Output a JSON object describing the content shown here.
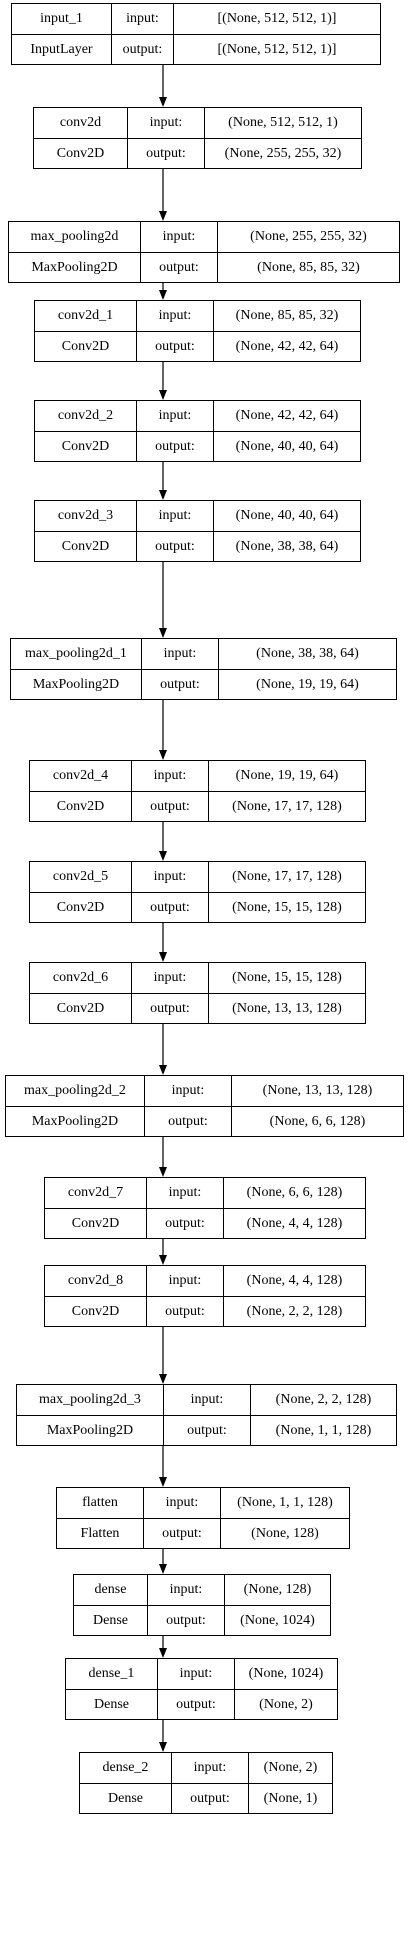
{
  "layers": [
    {
      "name": "input_1",
      "type": "InputLayer",
      "in_label": "input:",
      "out_label": "output:",
      "input": "[(None, 512, 512, 1)]",
      "output": "[(None, 512, 512, 1)]"
    },
    {
      "name": "conv2d",
      "type": "Conv2D",
      "in_label": "input:",
      "out_label": "output:",
      "input": "(None, 512, 512, 1)",
      "output": "(None, 255, 255, 32)"
    },
    {
      "name": "max_pooling2d",
      "type": "MaxPooling2D",
      "in_label": "input:",
      "out_label": "output:",
      "input": "(None, 255, 255, 32)",
      "output": "(None, 85, 85, 32)"
    },
    {
      "name": "conv2d_1",
      "type": "Conv2D",
      "in_label": "input:",
      "out_label": "output:",
      "input": "(None, 85, 85, 32)",
      "output": "(None, 42, 42, 64)"
    },
    {
      "name": "conv2d_2",
      "type": "Conv2D",
      "in_label": "input:",
      "out_label": "output:",
      "input": "(None, 42, 42, 64)",
      "output": "(None, 40, 40, 64)"
    },
    {
      "name": "conv2d_3",
      "type": "Conv2D",
      "in_label": "input:",
      "out_label": "output:",
      "input": "(None, 40, 40, 64)",
      "output": "(None, 38, 38, 64)"
    },
    {
      "name": "max_pooling2d_1",
      "type": "MaxPooling2D",
      "in_label": "input:",
      "out_label": "output:",
      "input": "(None, 38, 38, 64)",
      "output": "(None, 19, 19, 64)"
    },
    {
      "name": "conv2d_4",
      "type": "Conv2D",
      "in_label": "input:",
      "out_label": "output:",
      "input": "(None, 19, 19, 64)",
      "output": "(None, 17, 17, 128)"
    },
    {
      "name": "conv2d_5",
      "type": "Conv2D",
      "in_label": "input:",
      "out_label": "output:",
      "input": "(None, 17, 17, 128)",
      "output": "(None, 15, 15, 128)"
    },
    {
      "name": "conv2d_6",
      "type": "Conv2D",
      "in_label": "input:",
      "out_label": "output:",
      "input": "(None, 15, 15, 128)",
      "output": "(None, 13, 13, 128)"
    },
    {
      "name": "max_pooling2d_2",
      "type": "MaxPooling2D",
      "in_label": "input:",
      "out_label": "output:",
      "input": "(None, 13, 13, 128)",
      "output": "(None, 6, 6, 128)"
    },
    {
      "name": "conv2d_7",
      "type": "Conv2D",
      "in_label": "input:",
      "out_label": "output:",
      "input": "(None, 6, 6, 128)",
      "output": "(None, 4, 4, 128)"
    },
    {
      "name": "conv2d_8",
      "type": "Conv2D",
      "in_label": "input:",
      "out_label": "output:",
      "input": "(None, 4, 4, 128)",
      "output": "(None, 2, 2, 128)"
    },
    {
      "name": "max_pooling2d_3",
      "type": "MaxPooling2D",
      "in_label": "input:",
      "out_label": "output:",
      "input": "(None, 2, 2, 128)",
      "output": "(None, 1, 1, 128)"
    },
    {
      "name": "flatten",
      "type": "Flatten",
      "in_label": "input:",
      "out_label": "output:",
      "input": "(None, 1, 1, 128)",
      "output": "(None, 128)"
    },
    {
      "name": "dense",
      "type": "Dense",
      "in_label": "input:",
      "out_label": "output:",
      "input": "(None, 128)",
      "output": "(None, 1024)"
    },
    {
      "name": "dense_1",
      "type": "Dense",
      "in_label": "input:",
      "out_label": "output:",
      "input": "(None, 1024)",
      "output": "(None, 2)"
    },
    {
      "name": "dense_2",
      "type": "Dense",
      "in_label": "input:",
      "out_label": "output:",
      "input": "(None, 2)",
      "output": "(None, 1)"
    }
  ],
  "colors": {
    "stroke": "#000000",
    "background": "#ffffff"
  }
}
